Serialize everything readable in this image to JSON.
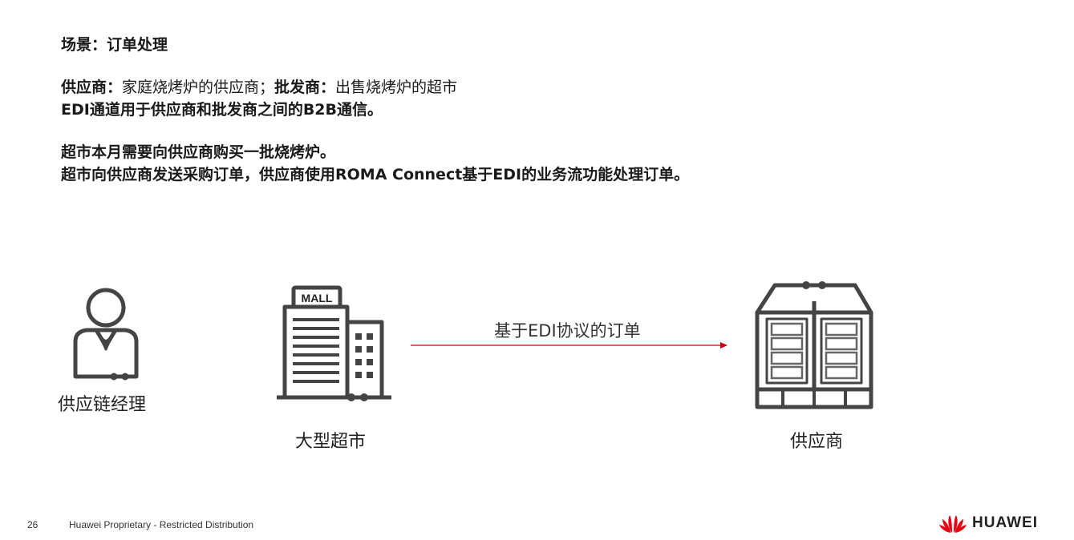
{
  "scene": {
    "title": "场景：订单处理"
  },
  "intro": {
    "supplier_label": "供应商：",
    "supplier_desc": "家庭烧烤炉的供应商；",
    "wholesaler_label": "批发商：",
    "wholesaler_desc": "出售烧烤炉的超市",
    "edi_line": "EDI通道用于供应商和批发商之间的B2B通信。"
  },
  "story": {
    "line1": "超市本月需要向供应商购买一批烧烤炉。",
    "line2": "超市向供应商发送采购订单，供应商使用ROMA Connect基于EDI的业务流功能处理订单。"
  },
  "figures": {
    "manager": {
      "caption": "供应链经理",
      "icon": "person-icon"
    },
    "mall": {
      "caption": "大型超市",
      "sign": "MALL",
      "icon": "mall-building-icon"
    },
    "supplier": {
      "caption": "供应商",
      "icon": "warehouse-icon"
    }
  },
  "arrow": {
    "label": "基于EDI协议的订单",
    "color": "#c7000b"
  },
  "footer": {
    "page_number": "26",
    "notice": "Huawei Proprietary - Restricted Distribution",
    "brand": "HUAWEI",
    "brand_color": "#e60012"
  }
}
